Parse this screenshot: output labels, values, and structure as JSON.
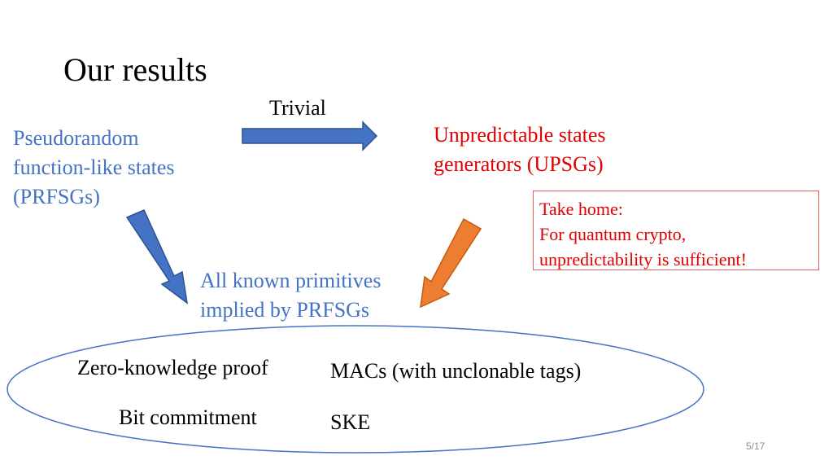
{
  "slide": {
    "title": "Our results",
    "arrow_label": "Trivial",
    "prfsg_label": "Pseudorandom\nfunction-like states\n(PRFSGs)",
    "upsg_label": "Unpredictable states\ngenerators (UPSGs)",
    "take_home": "Take home:\nFor quantum crypto,\nunpredictability is sufficient!",
    "implied_label": "All known primitives\nimplied by PRFSGs",
    "primitives": {
      "zk": "Zero-knowledge proof",
      "macs": "MACs (with unclonable tags)",
      "commitment": "Bit commitment",
      "ske": "SKE"
    },
    "page_number": "5/17"
  },
  "colors": {
    "blue_text": "#4472c4",
    "red_text": "#e00000",
    "blue_arrow": "#4472c4",
    "orange_arrow": "#ed7d31"
  }
}
